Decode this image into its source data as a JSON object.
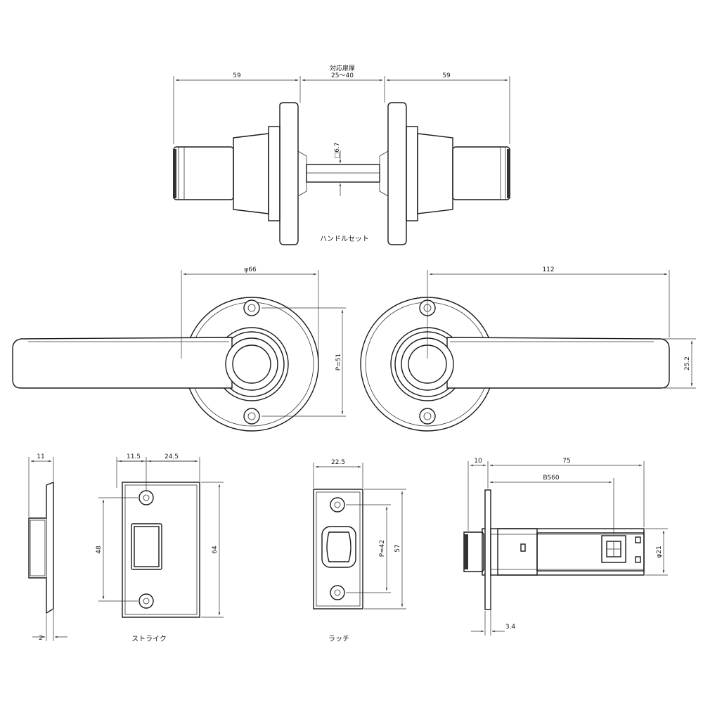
{
  "dimensions": {
    "handle_left_len": "59",
    "door_thickness_label": "対応扉厚",
    "door_thickness_range": "25～40",
    "handle_right_len": "59",
    "spindle": "□6.7",
    "rose_dia": "φ66",
    "lever_len": "112",
    "screw_pitch_rose": "P=51",
    "lever_height": "25.2",
    "strike_depth": "11",
    "strike_plate_thk": "2",
    "strike_w1": "11.5",
    "strike_w2": "24.5",
    "strike_pitch": "48",
    "strike_height": "64",
    "latch_width": "22.5",
    "latch_pitch": "P=42",
    "latch_height": "57",
    "latch_face": "10",
    "latch_total": "75",
    "backset": "BS60",
    "latch_dia": "φ21",
    "latch_front": "3.4"
  },
  "labels": {
    "handle_set": "ハンドルセット",
    "strike": "ストライク",
    "latch": "ラッチ"
  }
}
